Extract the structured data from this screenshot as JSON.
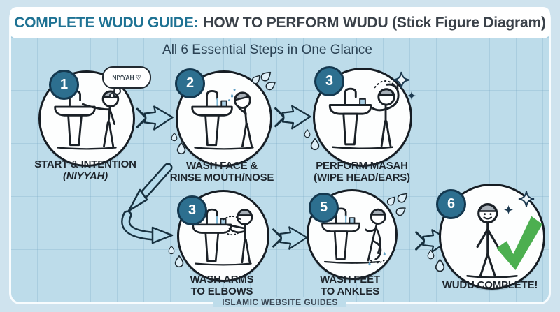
{
  "header": {
    "title_highlight": "COMPLETE WUDU GUIDE:",
    "title_rest": "HOW TO PERFORM WUDU (Stick Figure Diagram)"
  },
  "subtitle": "All 6 Essential Steps in One Glance",
  "steps": [
    {
      "number": "1",
      "line1": "START & INTENTION",
      "line2": "(NIYYAH)",
      "thought": "NIYYAH ♡",
      "scene": "intention-at-sink"
    },
    {
      "number": "2",
      "line1": "WASH FACE &",
      "line2": "RINSE MOUTH/NOSE",
      "scene": "washing-face-at-sink"
    },
    {
      "number": "3",
      "line1": "PERFORM MASAH",
      "line2": "(WIPE HEAD/EARS)",
      "scene": "wiping-head-at-sink"
    },
    {
      "number": "3",
      "line1": "WASH ARMS",
      "line2": "TO ELBOWS",
      "scene": "washing-arms-at-sink"
    },
    {
      "number": "5",
      "line1": "WASH FEET",
      "line2": "TO ANKLES",
      "scene": "washing-feet-at-sink"
    },
    {
      "number": "6",
      "line1": "WUDU COMPLETE!",
      "line2": "",
      "scene": "standing-figure-with-checkmark"
    }
  ],
  "footer": "ISLAMIC WEBSITE GUIDES",
  "icons": {
    "sparkle-icon": "✦",
    "heart-icon": "♡",
    "checkmark-icon": "✓",
    "droplet-icon": "teardrop-shape",
    "flow-arrow-icon": "hand-drawn-block-arrow"
  },
  "colors": {
    "accent_teal": "#1e7293",
    "title_dark": "#3a4149",
    "badge_fill": "#2d6f8f",
    "badge_border": "#14384f",
    "canvas_blue": "#bddcea",
    "outer_blue": "#cfe3ee",
    "arrow_fill": "#b7dcec",
    "outline_dark": "#17303f",
    "check_green": "#4CAF50",
    "cap_gray": "#a8b0b8"
  }
}
